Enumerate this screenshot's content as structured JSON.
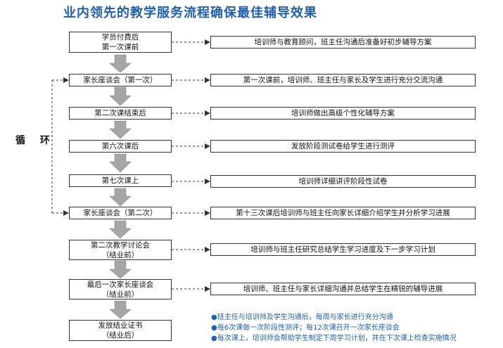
{
  "title": "业内领先的教学服务流程确保最佳辅导效果",
  "loop_label": "循 环",
  "steps": [
    {
      "lines": [
        "学员付费后",
        "第一次课前"
      ],
      "desc": "培训师与教育顾问，班主任沟通后准备好初步辅导方案"
    },
    {
      "lines": [
        "家长座谈会（第一次）"
      ],
      "desc": "第一次课前，培训师、班主任与家长及学生进行充分交流沟通"
    },
    {
      "lines": [
        "第二次课结束后"
      ],
      "desc": "培训师做出高级个性化辅导方案"
    },
    {
      "lines": [
        "第六次课后"
      ],
      "desc": "发放阶段测试卷给学生进行测评"
    },
    {
      "lines": [
        "第七次课上"
      ],
      "desc": "培训师详细讲评阶段性试卷"
    },
    {
      "lines": [
        "家长座谈会（第二次）"
      ],
      "desc": "第十三次课后培训师与班主任向家长详细介绍学生并分析学习进展"
    },
    {
      "lines": [
        "第二次教学讨论会",
        "（结业前）"
      ],
      "desc": "培训师与班主任研究总结学生学习进度及下一步学习计划"
    },
    {
      "lines": [
        "最后一次家长座谈会",
        "（结业前）"
      ],
      "desc": "培训师、班主任与家长详细沟通并总结学生在精锐的辅导进展"
    },
    {
      "lines": [
        "发放结业证书",
        "（结业后）"
      ]
    }
  ],
  "notes": [
    "●班主任与培训师及学生沟通后，每周与家长进行充分沟通",
    "●每6次课做一次阶段性测评；每12次课召开一次家长座谈会",
    "●每次课上，培训师会帮助学生制定下周学习计划，并在下次课上检查实施情况"
  ],
  "colors": {
    "title": "#1f5faf",
    "arrow": "#a6a6a6",
    "line": "#333333"
  }
}
